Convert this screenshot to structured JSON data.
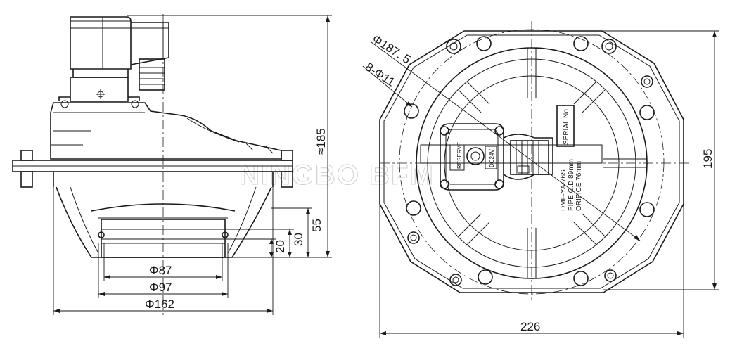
{
  "watermark": "NINGBO BFM",
  "side_view": {
    "dimensions": {
      "height_approx": "≈185",
      "outlet_height": "55",
      "groove_upper": "30",
      "groove_lower": "20",
      "bore_87": "Φ87",
      "bore_97": "Φ97",
      "body_162": "Φ162"
    }
  },
  "top_view": {
    "dimensions": {
      "bolt_circle": "Φ187. 5",
      "holes": "8-Φ11",
      "overall_width": "226",
      "overall_height": "195"
    },
    "serial_plate": "SERIAL No.",
    "model_label": {
      "line1": "DMF-YA-76S",
      "line2": "PIPE O.D 89mm",
      "line3": "ORIFICE 76mm"
    },
    "coil_label": "DC24V"
  },
  "colors": {
    "ink": "#1a1a1a",
    "watermark": "#cfcfcf",
    "background": "#ffffff"
  }
}
